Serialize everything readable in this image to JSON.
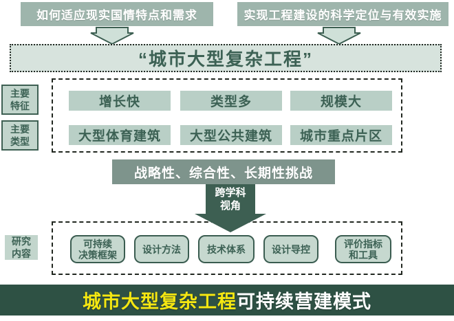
{
  "colors": {
    "header_bg": "#9eb5ac",
    "title_box_bg": "#d7e3dd",
    "item_bg": "#b9cfc6",
    "dark_teal_text": "#3c6154",
    "challenge_bg": "#7e948c",
    "arrow_solid": "#3d5f52",
    "rounded_bg": "#c6d8cf",
    "rounded_border": "#3a5c50",
    "footer_bg": "#2e5144",
    "footer_highlight": "#f5e711"
  },
  "top": {
    "left_question": "如何适应现实国情特点和需求",
    "right_question": "实现工程建设的科学定位与有效实施"
  },
  "title": "“城市大型复杂工程”",
  "characteristics": {
    "side_label_line1": "主要",
    "side_label_line2": "特征",
    "items": [
      "增长快",
      "类型多",
      "规模大"
    ]
  },
  "types": {
    "side_label_line1": "主要",
    "side_label_line2": "类型",
    "items": [
      "大型体育建筑",
      "大型公共建筑",
      "城市重点片区"
    ]
  },
  "challenge": "战略性、综合性、长期性挑战",
  "perspective_arrow": {
    "line1": "跨学科",
    "line2": "视角"
  },
  "research": {
    "side_label_line1": "研究",
    "side_label_line2": "内容",
    "items": [
      {
        "line1": "可持续",
        "line2": "决策框架"
      },
      {
        "line1": "设计方法",
        "line2": ""
      },
      {
        "line1": "技术体系",
        "line2": ""
      },
      {
        "line1": "设计导控",
        "line2": ""
      },
      {
        "line1": "评价指标",
        "line2": "和工具"
      }
    ]
  },
  "footer": {
    "highlight": "城市大型复杂工程",
    "rest": "可持续营建模式"
  }
}
